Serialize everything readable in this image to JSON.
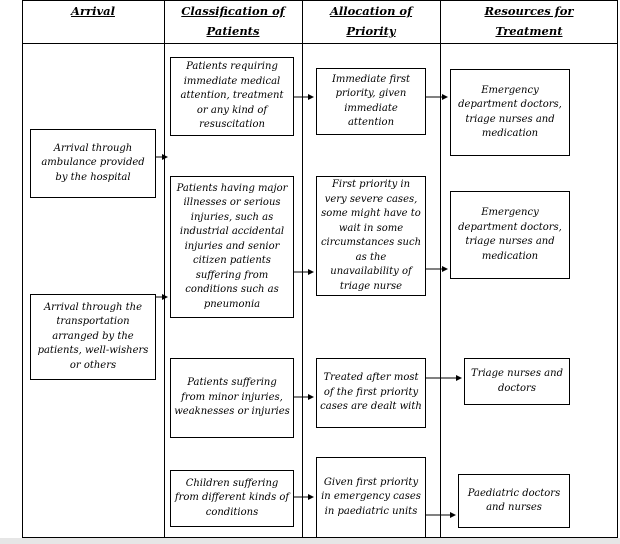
{
  "headers": [
    {
      "line1": "Arrival",
      "line2": ""
    },
    {
      "line1": "Classification of",
      "line2": "Patients"
    },
    {
      "line1": "Allocation of",
      "line2": "Priority"
    },
    {
      "line1": "Resources for",
      "line2": "Treatment"
    }
  ],
  "arrival": [
    "Arrival through ambulance provided by the hospital",
    "Arrival through the transportation arranged by the patients, well-wishers or others"
  ],
  "classification": [
    "Patients requiring immediate medical attention, treatment or any kind of resuscitation",
    "Patients having major illnesses or serious injuries, such as industrial accidental injuries and senior citizen patients suffering from conditions such as pneumonia",
    "Patients suffering from minor injuries, weaknesses or injuries",
    "Children suffering from different kinds of conditions"
  ],
  "priority": [
    "Immediate first priority, given immediate attention",
    "First priority in very severe cases, some might have to wait in some circumstances such as the unavailability of triage nurse",
    "Treated after most of the first priority cases are dealt with",
    "Given first priority in emergency cases in paediatric units"
  ],
  "resources": [
    "Emergency department doctors, triage nurses and medication",
    "Emergency department doctors, triage nurses and medication",
    "Triage nurses and doctors",
    "Paediatric doctors and nurses"
  ]
}
